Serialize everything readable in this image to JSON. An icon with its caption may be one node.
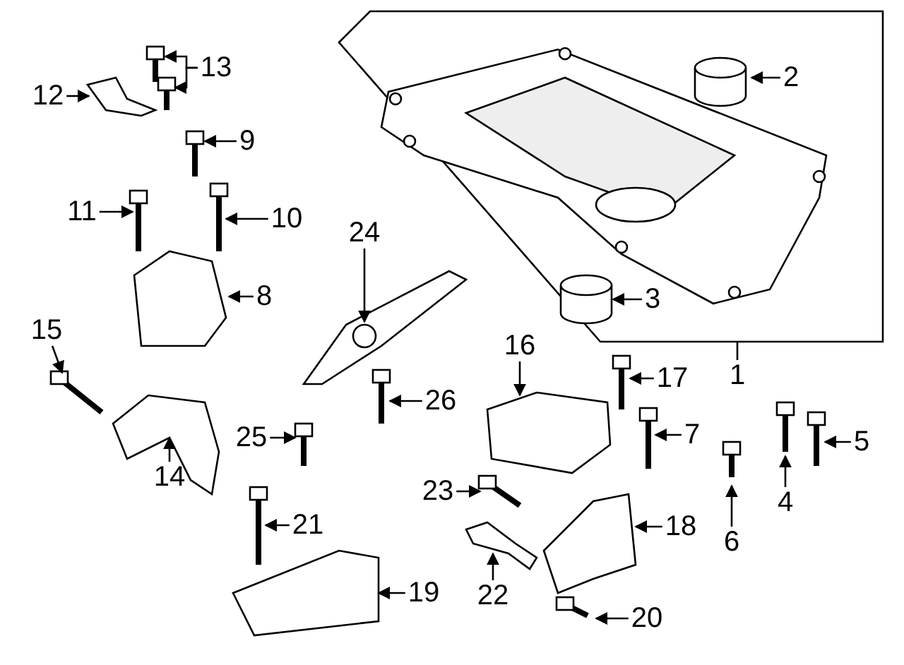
{
  "diagram": {
    "nodes": [
      {
        "text": [
          "1"
        ]
      },
      {
        "text": [
          "2"
        ]
      },
      {
        "text": [
          "3"
        ]
      },
      {
        "text": [
          "4"
        ]
      },
      {
        "text": [
          "5"
        ]
      },
      {
        "text": [
          "6"
        ]
      },
      {
        "text": [
          "7"
        ]
      },
      {
        "text": [
          "8"
        ]
      },
      {
        "text": [
          "9"
        ]
      },
      {
        "text": [
          "10"
        ]
      },
      {
        "text": [
          "11"
        ]
      },
      {
        "text": [
          "12"
        ]
      },
      {
        "text": [
          "13"
        ]
      },
      {
        "text": [
          "14"
        ]
      },
      {
        "text": [
          "15"
        ]
      },
      {
        "text": [
          "16"
        ]
      },
      {
        "text": [
          "17"
        ]
      },
      {
        "text": [
          "18"
        ]
      },
      {
        "text": [
          "19"
        ]
      },
      {
        "text": [
          "20"
        ]
      },
      {
        "text": [
          "21"
        ]
      },
      {
        "text": [
          "22"
        ]
      },
      {
        "text": [
          "23"
        ]
      },
      {
        "text": [
          "24"
        ]
      },
      {
        "text": [
          "25"
        ]
      },
      {
        "text": [
          "26"
        ]
      }
    ],
    "edges": [
      {
        "from": 0,
        "to": null,
        "arrow": "none"
      },
      {
        "from": 1,
        "to": null,
        "arrow": "to"
      },
      {
        "from": 2,
        "to": null,
        "arrow": "to"
      },
      {
        "from": 3,
        "to": null,
        "arrow": "to"
      },
      {
        "from": 4,
        "to": null,
        "arrow": "to"
      },
      {
        "from": 5,
        "to": null,
        "arrow": "to"
      },
      {
        "from": 6,
        "to": null,
        "arrow": "to"
      },
      {
        "from": 7,
        "to": null,
        "arrow": "to"
      },
      {
        "from": 8,
        "to": null,
        "arrow": "to"
      },
      {
        "from": 9,
        "to": null,
        "arrow": "to"
      },
      {
        "from": 10,
        "to": null,
        "arrow": "to"
      },
      {
        "from": 11,
        "to": null,
        "arrow": "to"
      },
      {
        "from": 12,
        "to": null,
        "arrow": "to"
      },
      {
        "from": 12,
        "to": null,
        "arrow": "to"
      },
      {
        "from": 13,
        "to": null,
        "arrow": "to"
      },
      {
        "from": 14,
        "to": null,
        "arrow": "to"
      },
      {
        "from": 15,
        "to": null,
        "arrow": "to"
      },
      {
        "from": 16,
        "to": null,
        "arrow": "to"
      },
      {
        "from": 17,
        "to": null,
        "arrow": "to"
      },
      {
        "from": 18,
        "to": null,
        "arrow": "to"
      },
      {
        "from": 19,
        "to": null,
        "arrow": "to"
      },
      {
        "from": 20,
        "to": null,
        "arrow": "to"
      },
      {
        "from": 21,
        "to": null,
        "arrow": "to"
      },
      {
        "from": 22,
        "to": null,
        "arrow": "to"
      },
      {
        "from": 23,
        "to": null,
        "arrow": "to"
      },
      {
        "from": 24,
        "to": null,
        "arrow": "to"
      },
      {
        "from": 25,
        "to": null,
        "arrow": "to"
      }
    ]
  }
}
